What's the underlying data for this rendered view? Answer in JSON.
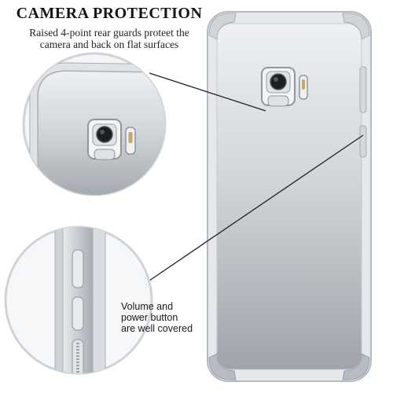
{
  "heading": {
    "title": "CAMERA PROTECTION",
    "subtitle_line1": "Raised 4-point rear guards proteet the",
    "subtitle_line2": "camera and back on flat surfaces"
  },
  "callout": {
    "line1": "Volume and",
    "line2": "power button",
    "line3": "are well covered"
  },
  "colors": {
    "case_edge": "#b9bfc6",
    "case_fill": "#e4e7ea",
    "back_fill": "#c9cdd2",
    "camera_ring": "#9aa1a8",
    "leader_line": "#222222"
  }
}
